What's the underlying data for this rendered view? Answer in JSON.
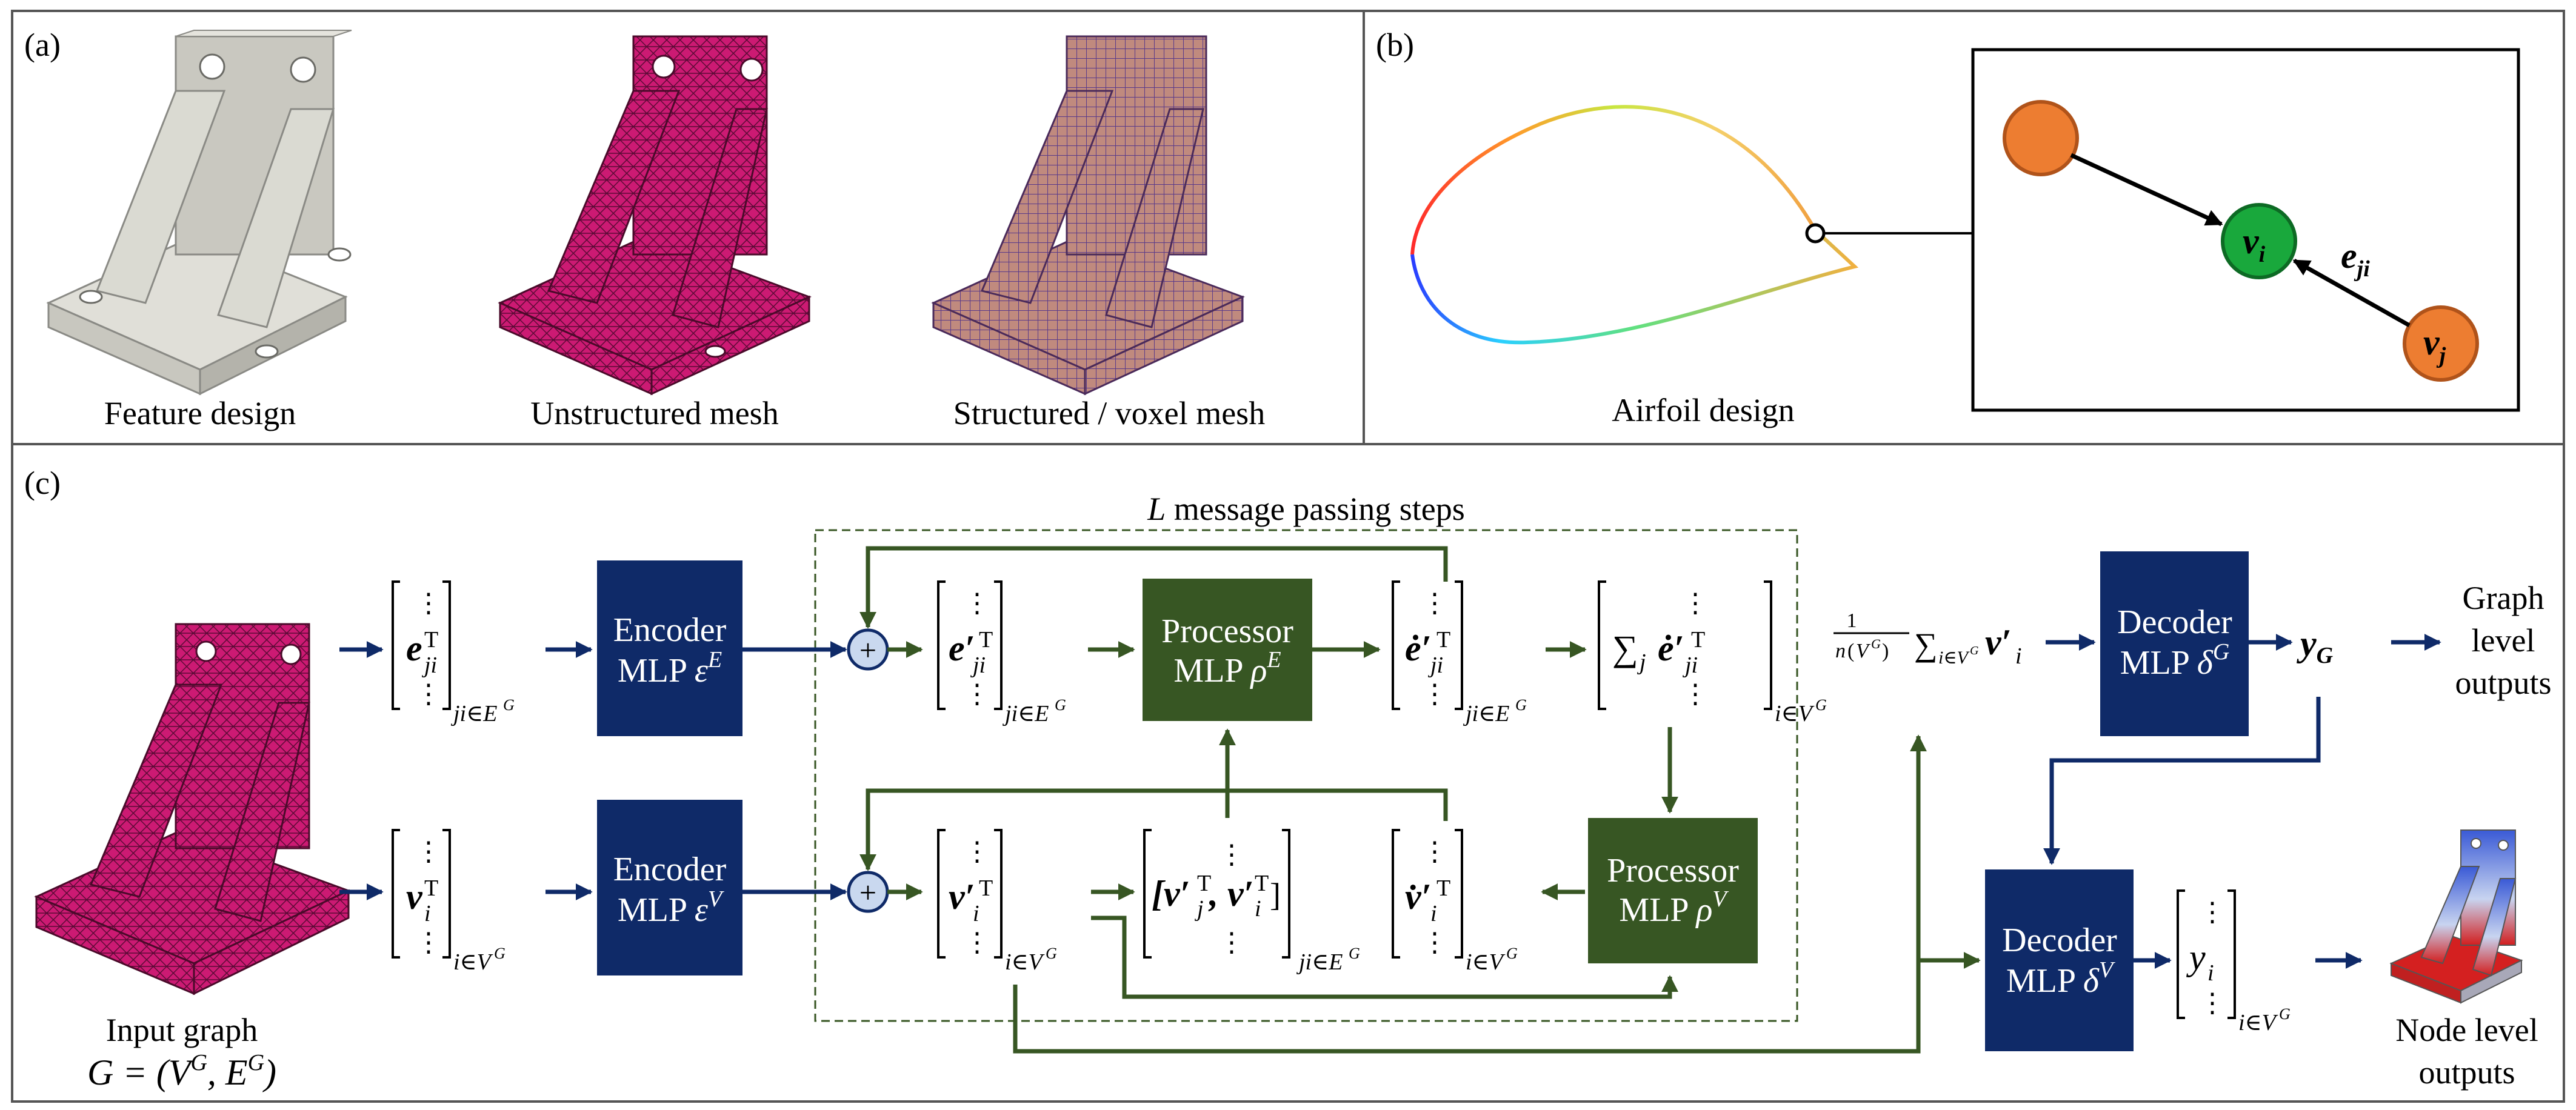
{
  "panels": {
    "a": {
      "label": "(a)",
      "captions": [
        "Feature design",
        "Unstructured mesh",
        "Structured / voxel mesh"
      ]
    },
    "b": {
      "label": "(b)",
      "caption": "Airfoil design",
      "nodes": {
        "vi": "v",
        "vi_sub": "i",
        "vj": "v",
        "vj_sub": "j",
        "edge": "e",
        "edge_sub": "ji"
      }
    },
    "c": {
      "label": "(c)",
      "loop_title": "L message passing steps",
      "input_caption_1": "Input graph",
      "input_caption_2": "G = (V^G, E^G)",
      "encoder_e": {
        "line1": "Encoder",
        "line2": "MLP ε^E"
      },
      "encoder_v": {
        "line1": "Encoder",
        "line2": "MLP ε^V"
      },
      "processor_e": {
        "line1": "Processor",
        "line2": "MLP ρ^E"
      },
      "processor_v": {
        "line1": "Processor",
        "line2": "MLP ρ^V"
      },
      "decoder_g": {
        "line1": "Decoder",
        "line2": "MLP δ^G"
      },
      "decoder_v": {
        "line1": "Decoder",
        "line2": "MLP δ^V"
      },
      "out_graph": [
        "Graph",
        "level",
        "outputs"
      ],
      "out_node": [
        "Node level",
        "outputs"
      ],
      "y_g": "y",
      "y_g_sub": "G",
      "y_i": "y",
      "y_i_sub": "i",
      "pool": "1/n(V^G) Σ v'_i"
    }
  },
  "colors": {
    "encoder": "#0f2a68",
    "processor": "#375623",
    "arrow_blue": "#0f2a68",
    "arrow_green": "#375623",
    "mesh_magenta": "#cc1a73",
    "voxel": "#b87a6e",
    "node_orange": "#ed7d31",
    "node_green": "#19a83c",
    "sum_circle": "#c9d8ef"
  }
}
